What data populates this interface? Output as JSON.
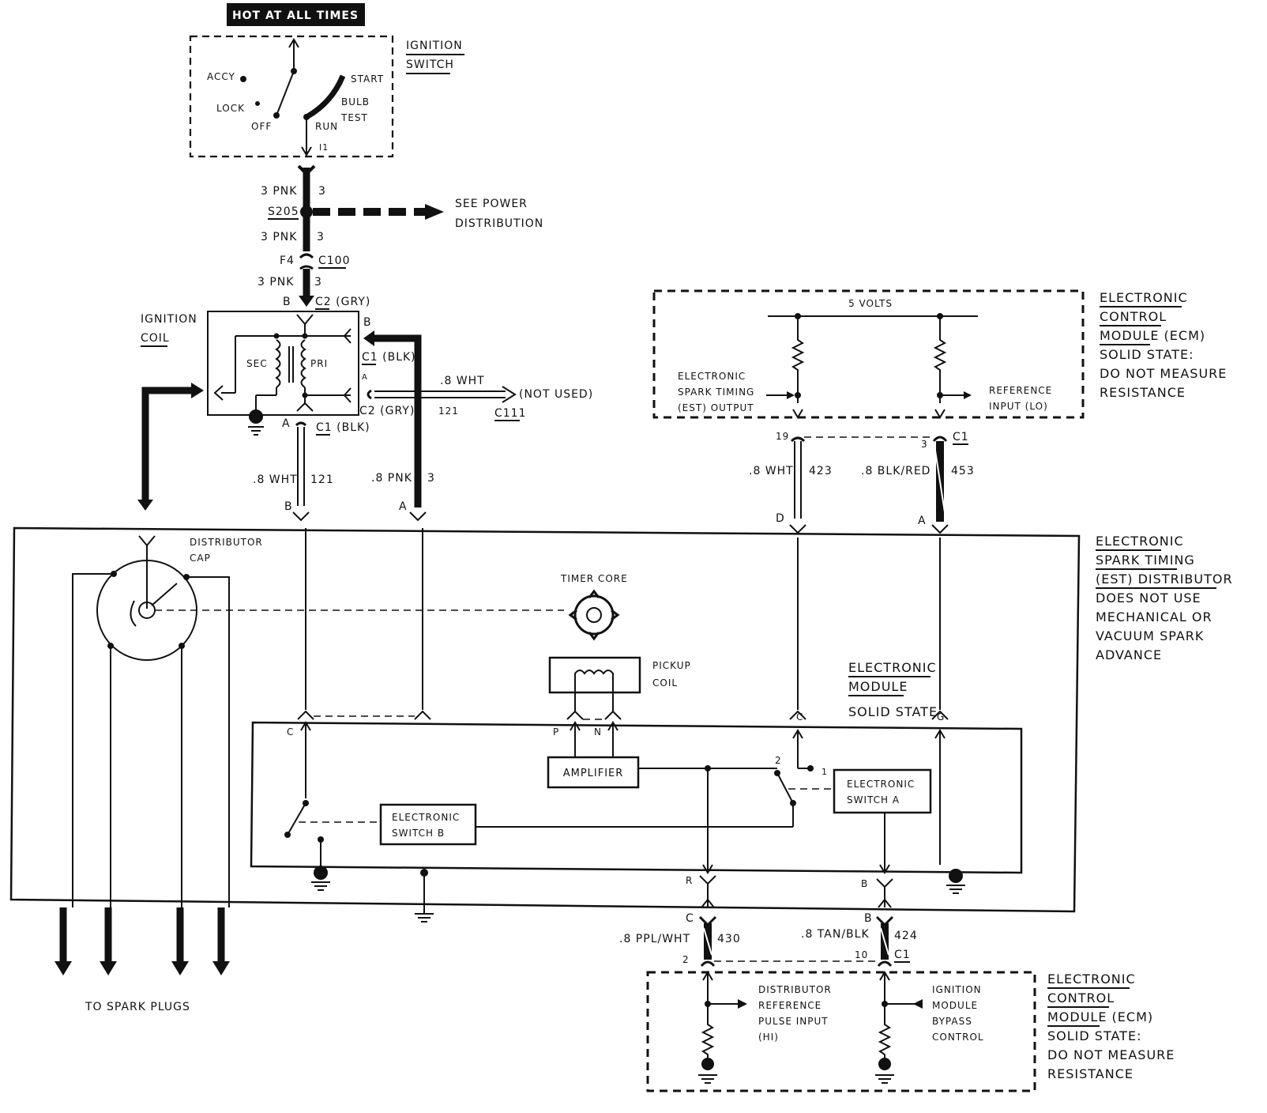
{
  "hot_at_all_times": "HOT AT ALL TIMES",
  "ignition_switch": {
    "title": [
      "IGNITION",
      "SWITCH"
    ],
    "accy": "ACCY",
    "lock": "LOCK",
    "off": "OFF",
    "run": "RUN",
    "start": "START",
    "bulb": "BULB",
    "test": "TEST",
    "terminal": "I1"
  },
  "feed": {
    "w1": "3 PNK",
    "c1": "3",
    "splice": "S205",
    "see": [
      "SEE POWER",
      "DISTRIBUTION"
    ],
    "w2": "3 PNK",
    "c2": "3",
    "f4": "F4",
    "c100": "C100",
    "w3": "3 PNK",
    "c3": "3"
  },
  "ignition_coil": {
    "title": [
      "IGNITION",
      "COIL"
    ],
    "b_left": "B",
    "c2_top": "C2 (GRY)",
    "b_right": "B",
    "c1_blk": "C1 (BLK)",
    "a_right": "A",
    "sec": "SEC",
    "pri": "PRI",
    "c2_gry": "C2 (GRY)",
    "a_left": "A",
    "c1_bottom": "C1 (BLK)"
  },
  "not_used": {
    "wire": ".8 WHT",
    "circuit": "121",
    "label": "(NOT USED)",
    "conn": "C111"
  },
  "dist_wires": {
    "left_wire": ".8 WHT",
    "left_circuit": "121",
    "left_pin": "B",
    "right_wire": ".8 PNK",
    "right_circuit": "3",
    "right_pin": "A"
  },
  "ecm_top": {
    "volts": "5 VOLTS",
    "est_output": [
      "ELECTRONIC",
      "SPARK TIMING",
      "(EST) OUTPUT"
    ],
    "ref_input": [
      "REFERENCE",
      "INPUT (LO)"
    ],
    "title": [
      "ELECTRONIC",
      "CONTROL",
      "MODULE (ECM)",
      "SOLID STATE:",
      "DO NOT MEASURE",
      "RESISTANCE"
    ],
    "pin19": "19",
    "pin3": "3",
    "c1": "C1"
  },
  "est_wires": {
    "w1": ".8 WHT",
    "c1": "423",
    "pin_d": "D",
    "w2": ".8 BLK/RED",
    "c2": "453",
    "pin_a": "A"
  },
  "distributor": {
    "title": [
      "ELECTRONIC",
      "SPARK TIMING",
      "(EST) DISTRIBUTOR",
      "DOES NOT USE",
      "MECHANICAL OR",
      "VACUUM SPARK",
      "ADVANCE"
    ],
    "cap": [
      "DISTRIBUTOR",
      "CAP"
    ],
    "timer_core": "TIMER CORE",
    "pickup": [
      "PICKUP",
      "COIL"
    ],
    "module": [
      "ELECTRONIC",
      "MODULE"
    ],
    "solid_state": "SOLID STATE",
    "to_plugs": "TO SPARK PLUGS"
  },
  "module_internal": {
    "pin_c_left": "C",
    "pin_p": "P",
    "pin_n": "N",
    "pin_c_right": "C",
    "pin_g": "G",
    "amplifier": "AMPLIFIER",
    "switch_a": [
      "ELECTRONIC",
      "SWITCH A"
    ],
    "switch_b": [
      "ELECTRONIC",
      "SWITCH B"
    ],
    "pos2": "2",
    "pos1": "1",
    "pin_r": "R",
    "pin_b": "B"
  },
  "bottom_wires": {
    "pin_c": "C",
    "w1": ".8 PPL/WHT",
    "c1": "430",
    "pin2": "2",
    "pin_b": "B",
    "w2": ".8 TAN/BLK",
    "c2": "424",
    "pin10": "10",
    "conn": "C1"
  },
  "ecm_bottom": {
    "ref_pulse": [
      "DISTRIBUTOR",
      "REFERENCE",
      "PULSE INPUT",
      "(HI)"
    ],
    "bypass": [
      "IGNITION",
      "MODULE",
      "BYPASS",
      "CONTROL"
    ],
    "title": [
      "ELECTRONIC",
      "CONTROL",
      "MODULE (ECM)",
      "SOLID STATE:",
      "DO NOT MEASURE",
      "RESISTANCE"
    ]
  }
}
